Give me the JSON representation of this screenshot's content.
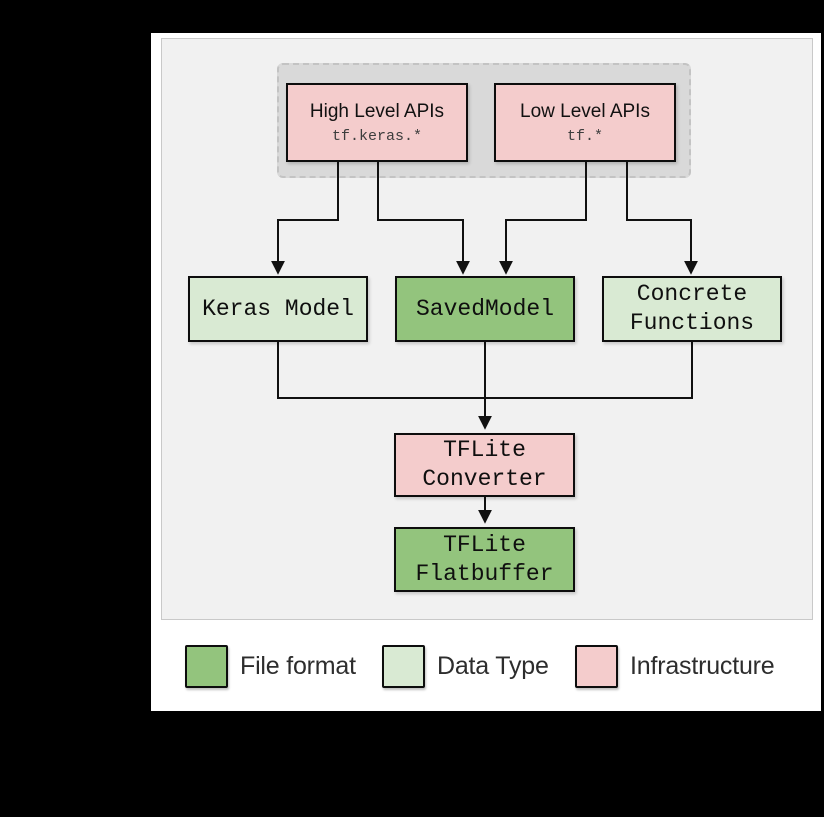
{
  "colors": {
    "file_format": "#93c47d",
    "data_type": "#d9ead3",
    "infrastructure": "#f4cccc",
    "panel_bg": "#f1f1f1",
    "group_bg": "#d9d9d9",
    "connector": "#111111"
  },
  "diagram": {
    "nodes": {
      "high_level_apis": {
        "title": "High Level APIs",
        "code": "tf.keras.*",
        "category": "infrastructure"
      },
      "low_level_apis": {
        "title": "Low Level APIs",
        "code": "tf.*",
        "category": "infrastructure"
      },
      "keras_model": {
        "label": "Keras Model",
        "category": "data_type"
      },
      "saved_model": {
        "label": "SavedModel",
        "category": "file_format"
      },
      "concrete_functions": {
        "label": "Concrete\nFunctions",
        "category": "data_type"
      },
      "tflite_converter": {
        "label": "TFLite\nConverter",
        "category": "infrastructure"
      },
      "tflite_flatbuffer": {
        "label": "TFLite\nFlatbuffer",
        "category": "file_format"
      }
    }
  },
  "legend": {
    "items": [
      {
        "label": "File format",
        "color": "#93c47d"
      },
      {
        "label": "Data Type",
        "color": "#d9ead3"
      },
      {
        "label": "Infrastructure",
        "color": "#f4cccc"
      }
    ]
  }
}
